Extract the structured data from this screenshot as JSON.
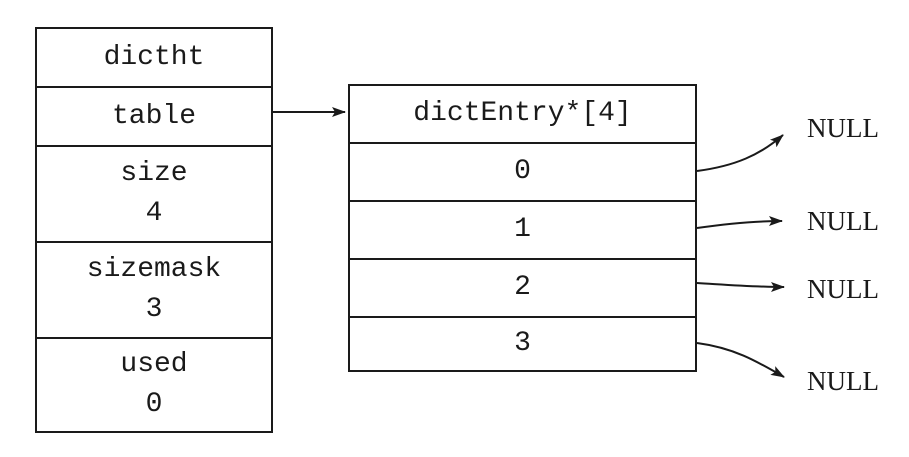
{
  "dictht": {
    "title": "dictht",
    "table": "table",
    "size": {
      "label": "size",
      "value": "4"
    },
    "sizemask": {
      "label": "sizemask",
      "value": "3"
    },
    "used": {
      "label": "used",
      "value": "0"
    }
  },
  "entries": {
    "title": "dictEntry*[4]",
    "slots": [
      "0",
      "1",
      "2",
      "3"
    ]
  },
  "null_label": "NULL"
}
